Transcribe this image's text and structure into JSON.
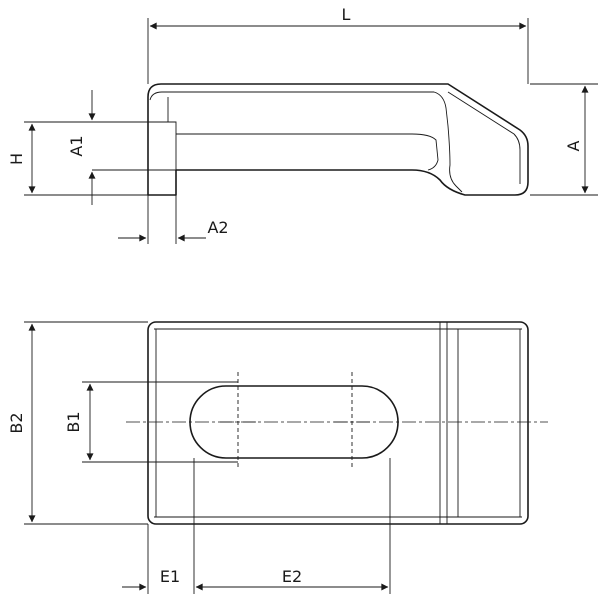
{
  "labels": {
    "L": "L",
    "A": "A",
    "A1": "A1",
    "A2": "A2",
    "H": "H",
    "B1": "B1",
    "B2": "B2",
    "E1": "E1",
    "E2": "E2"
  }
}
